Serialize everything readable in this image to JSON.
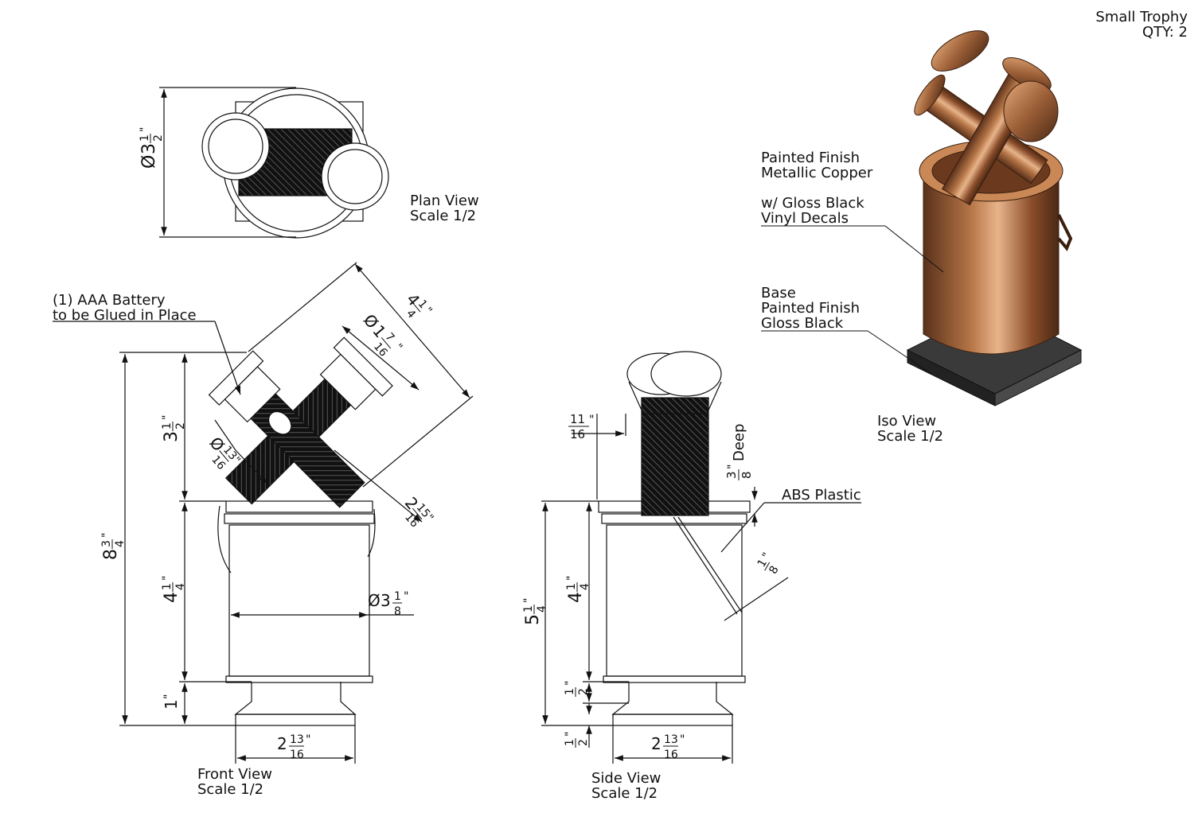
{
  "title_block": {
    "part_name": "Small Trophy",
    "quantity": "QTY: 2"
  },
  "views": {
    "plan": {
      "name": "Plan View",
      "scale": "Scale 1/2"
    },
    "front": {
      "name": "Front View",
      "scale": "Scale 1/2"
    },
    "side": {
      "name": "Side View",
      "scale": "Scale 1/2"
    },
    "iso": {
      "name": "Iso View",
      "scale": "Scale 1/2"
    }
  },
  "callouts": {
    "battery_line1": "(1) AAA Battery",
    "battery_line2": "to be Glued in Place",
    "finish_line1": "Painted Finish",
    "finish_line2": "Metallic Copper",
    "decal_line1": "w/ Gloss Black",
    "decal_line2": "Vinyl Decals",
    "base_line1": "Base",
    "base_line2": "Painted Finish",
    "base_line3": "Gloss Black",
    "material": "ABS Plastic",
    "depth_suffix": "Deep"
  },
  "dimensions": {
    "plan_diameter": {
      "prefix": "Ø",
      "whole": "3",
      "num": "1",
      "den": "2",
      "unit": "\""
    },
    "front_overall_height": {
      "prefix": "",
      "whole": "8",
      "num": "3",
      "den": "4",
      "unit": "\""
    },
    "front_top_height": {
      "prefix": "",
      "whole": "3",
      "num": "1",
      "den": "2",
      "unit": "\""
    },
    "front_can_height": {
      "prefix": "",
      "whole": "4",
      "num": "1",
      "den": "4",
      "unit": "\""
    },
    "front_base_height": {
      "prefix": "",
      "whole": "1",
      "num": "",
      "den": "",
      "unit": "\""
    },
    "front_base_width": {
      "prefix": "",
      "whole": "2",
      "num": "13",
      "den": "16",
      "unit": "\""
    },
    "front_can_diameter": {
      "prefix": "Ø",
      "whole": "3",
      "num": "1",
      "den": "8",
      "unit": "\""
    },
    "flashlight_length": {
      "prefix": "",
      "whole": "4",
      "num": "1",
      "den": "4",
      "unit": "\""
    },
    "flashlight_head_dia": {
      "prefix": "Ø",
      "whole": "1",
      "num": "7",
      "den": "16",
      "unit": "\""
    },
    "flashlight_body_dia": {
      "prefix": "Ø",
      "whole": "",
      "num": "13",
      "den": "16",
      "unit": "\""
    },
    "flashlight_offset": {
      "prefix": "",
      "whole": "2",
      "num": "15",
      "den": "16",
      "unit": "\""
    },
    "side_rim_offset": {
      "prefix": "",
      "whole": "",
      "num": "11",
      "den": "16",
      "unit": "\""
    },
    "side_depth": {
      "prefix": "",
      "whole": "",
      "num": "3",
      "den": "8",
      "unit": "\""
    },
    "side_overall_height": {
      "prefix": "",
      "whole": "5",
      "num": "1",
      "den": "4",
      "unit": "\""
    },
    "side_can_height": {
      "prefix": "",
      "whole": "4",
      "num": "1",
      "den": "4",
      "unit": "\""
    },
    "side_neck_height": {
      "prefix": "",
      "whole": "",
      "num": "1",
      "den": "2",
      "unit": "\""
    },
    "side_base_height": {
      "prefix": "",
      "whole": "",
      "num": "1",
      "den": "2",
      "unit": "\""
    },
    "side_base_width": {
      "prefix": "",
      "whole": "2",
      "num": "13",
      "den": "16",
      "unit": "\""
    },
    "side_handle_thickness": {
      "prefix": "",
      "whole": "",
      "num": "1",
      "den": "8",
      "unit": "\""
    }
  },
  "colors": {
    "line": "#111111",
    "copper": "#a86a3e",
    "copper_dark": "#5a311b",
    "copper_light": "#e8b48a",
    "base_black": "#2a2a2a"
  }
}
